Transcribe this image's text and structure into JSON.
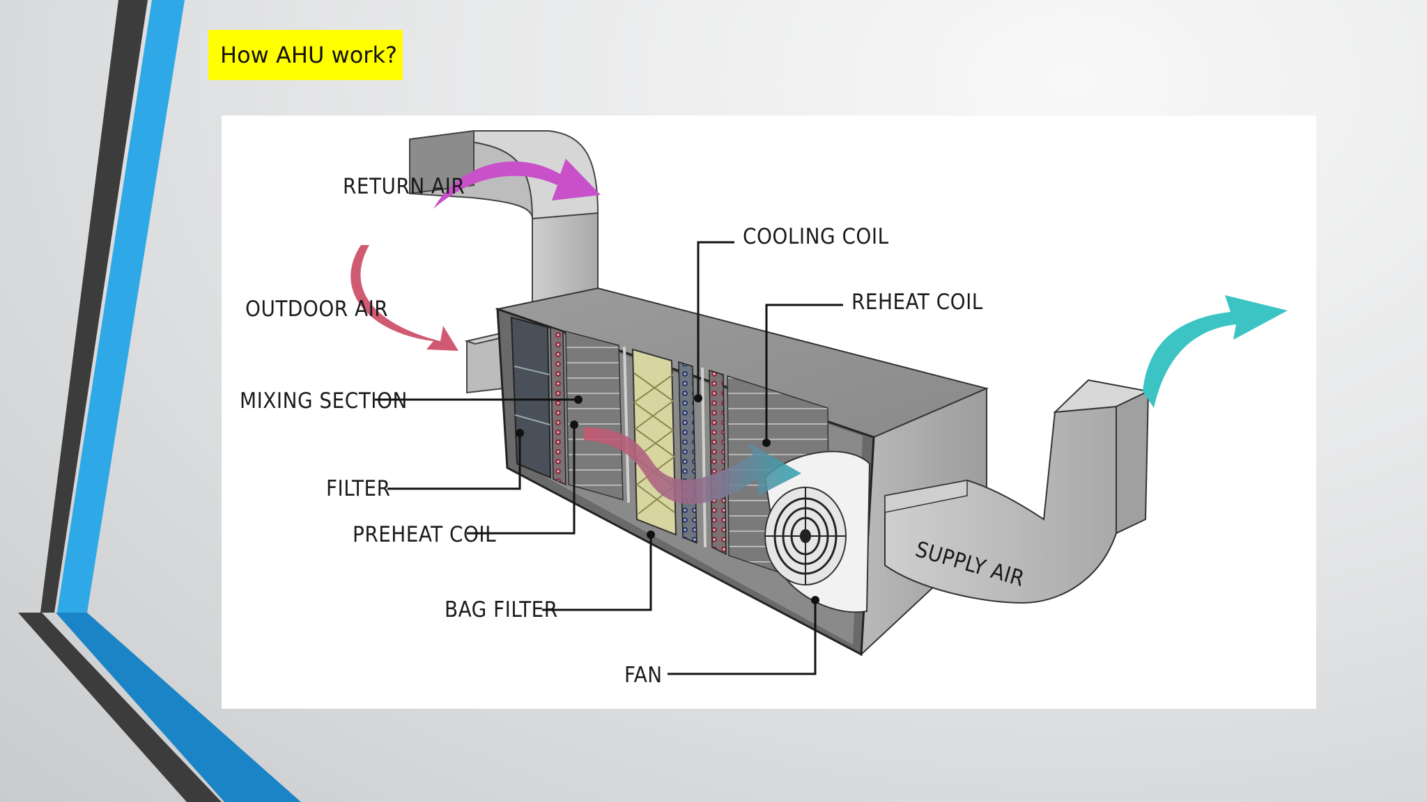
{
  "slide": {
    "title": "How AHU work?",
    "accent_blue": "#2ea8e6",
    "accent_dark": "#3c3c3c",
    "title_highlight": "#ffff00"
  },
  "diagram": {
    "labels": {
      "return_air": "RETURN AIR",
      "outdoor_air": "OUTDOOR AIR",
      "cooling_coil": "COOLING COIL",
      "reheat_coil": "REHEAT COIL",
      "mixing_section": "MIXING SECTION",
      "filter": "FILTER",
      "preheat_coil": "PREHEAT COIL",
      "bag_filter": "BAG FILTER",
      "fan": "FAN",
      "supply_air": "SUPPLY AIR"
    },
    "colors": {
      "return_air_arrow": "#c850c8",
      "outdoor_air_arrow": "#cf5a72",
      "supply_air_arrow": "#3cc4c4",
      "flow_arrow": "#2fa6b0",
      "bag_filter_fill": "#d8d6a0",
      "unit_gray": "#a8a8a8"
    }
  }
}
